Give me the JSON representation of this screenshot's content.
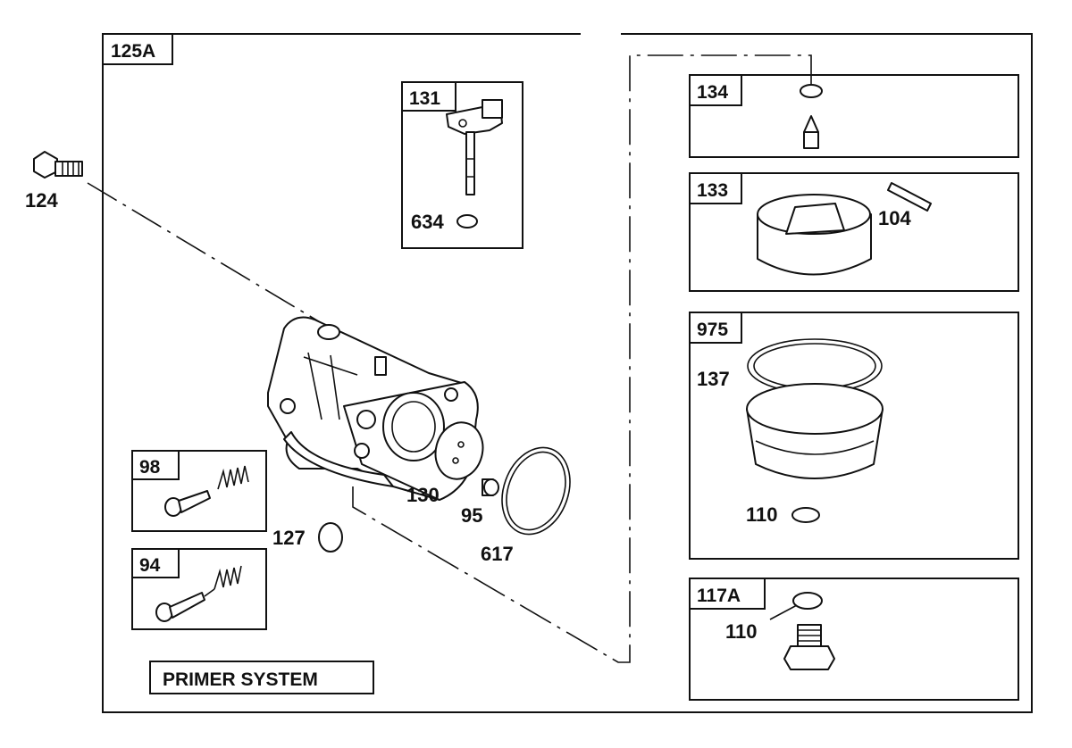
{
  "diagram": {
    "main_tag": "125A",
    "primer_label": "PRIMER SYSTEM",
    "box_tags": {
      "b131": "131",
      "b134": "134",
      "b133": "133",
      "b975": "975",
      "b98": "98",
      "b94": "94",
      "b117a": "117A"
    },
    "callouts": {
      "c124": "124",
      "c634": "634",
      "c104": "104",
      "c137": "137",
      "c110a": "110",
      "c110b": "110",
      "c130": "130",
      "c95": "95",
      "c617": "617",
      "c127": "127"
    }
  }
}
